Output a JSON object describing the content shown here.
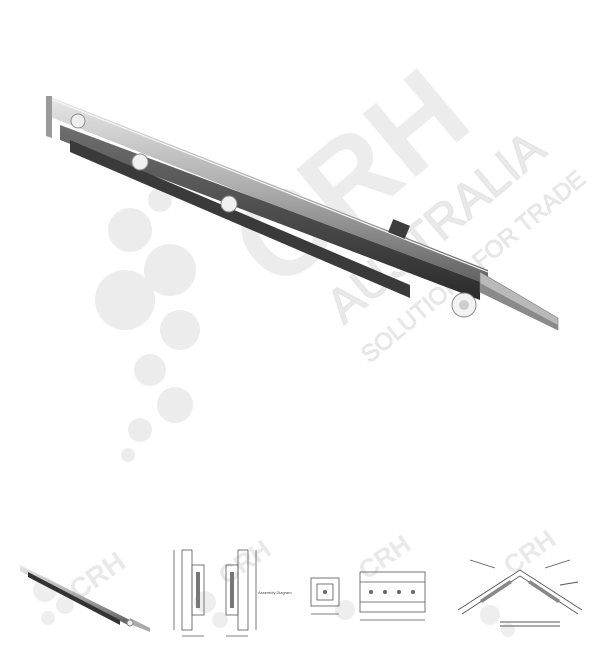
{
  "product_view": {
    "main_icon": "telescopic-drawer-slide",
    "watermark": {
      "brand": "CRH",
      "line1": "AUSTRALIA",
      "line2": "SOLUTIONS FOR TRADE"
    }
  },
  "thumbnails": [
    {
      "icon": "slide-photo-thumbnail",
      "watermark": "CRH"
    },
    {
      "icon": "dimension-drawing-thumbnail",
      "watermark": "CRH",
      "caption": "Assembly Diagram"
    },
    {
      "icon": "mounting-bracket-drawing-thumbnail",
      "watermark": "CRH"
    },
    {
      "icon": "installation-diagram-thumbnail",
      "watermark": "CRH"
    }
  ]
}
